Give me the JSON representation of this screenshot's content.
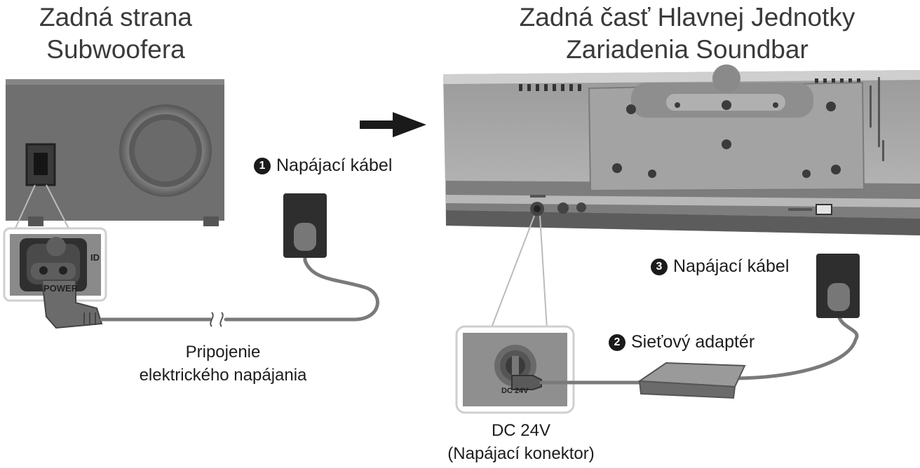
{
  "subwoofer_title": [
    "Zadná strana",
    "Subwoofera"
  ],
  "soundbar_title": [
    "Zadná časť Hlavnej Jednotky",
    "Zariadenia Soundbar"
  ],
  "callouts": {
    "c1": {
      "num": "1",
      "text": "Napájací kábel"
    },
    "c2": {
      "num": "2",
      "text": "Sieťový adaptér"
    },
    "c3": {
      "num": "3",
      "text": "Napájací kábel"
    }
  },
  "power_caption": [
    "Pripojenie",
    "elektrického napájania"
  ],
  "dc_caption": [
    "DC 24V",
    "(Napájací konektor)"
  ],
  "panel_labels": {
    "power": "POWER",
    "id": "ID",
    "dc": "DC 24V"
  },
  "icons": {
    "arrow": "right-arrow-icon",
    "wall_plug": "power-plug-icon"
  },
  "colors": {
    "title": "#3a3a3a",
    "device": "#6f6f6f",
    "cable": "#7a7a7a",
    "plug": "#2e2e2e"
  }
}
